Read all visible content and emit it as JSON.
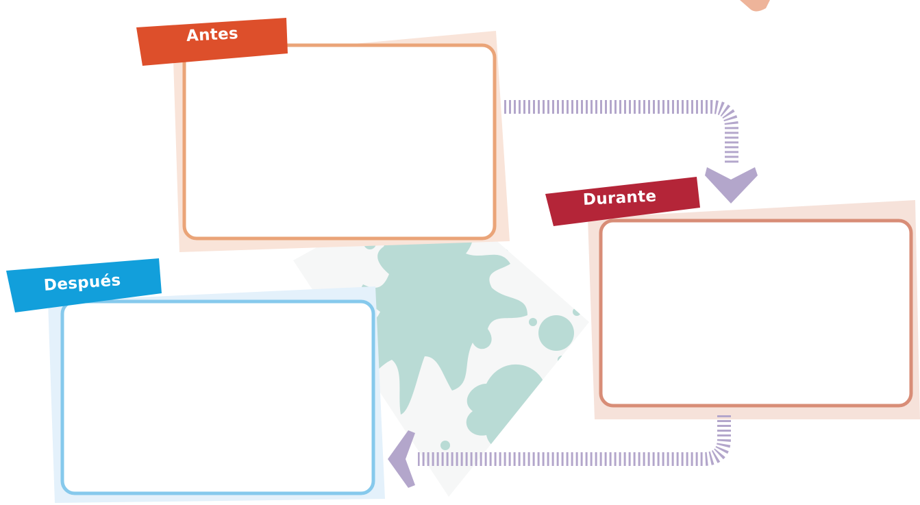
{
  "stages": [
    {
      "id": "antes",
      "label": "Antes",
      "color": "#dd4f2b",
      "frame_color": "#eaa478",
      "panel_color": "#f9e4d9"
    },
    {
      "id": "durante",
      "label": "Durante",
      "color": "#b42538",
      "frame_color": "#d88d77",
      "panel_color": "#f6e2da"
    },
    {
      "id": "despues",
      "label": "Después",
      "color": "#129fdb",
      "frame_color": "#86c9ec",
      "panel_color": "#e4f1fb"
    }
  ],
  "arrow_color": "#b3a6cb",
  "splash_color": "#b9dbd5",
  "icons": [
    "dashed-arrow-down-icon",
    "dashed-arrow-left-icon",
    "paint-splash-icon"
  ]
}
